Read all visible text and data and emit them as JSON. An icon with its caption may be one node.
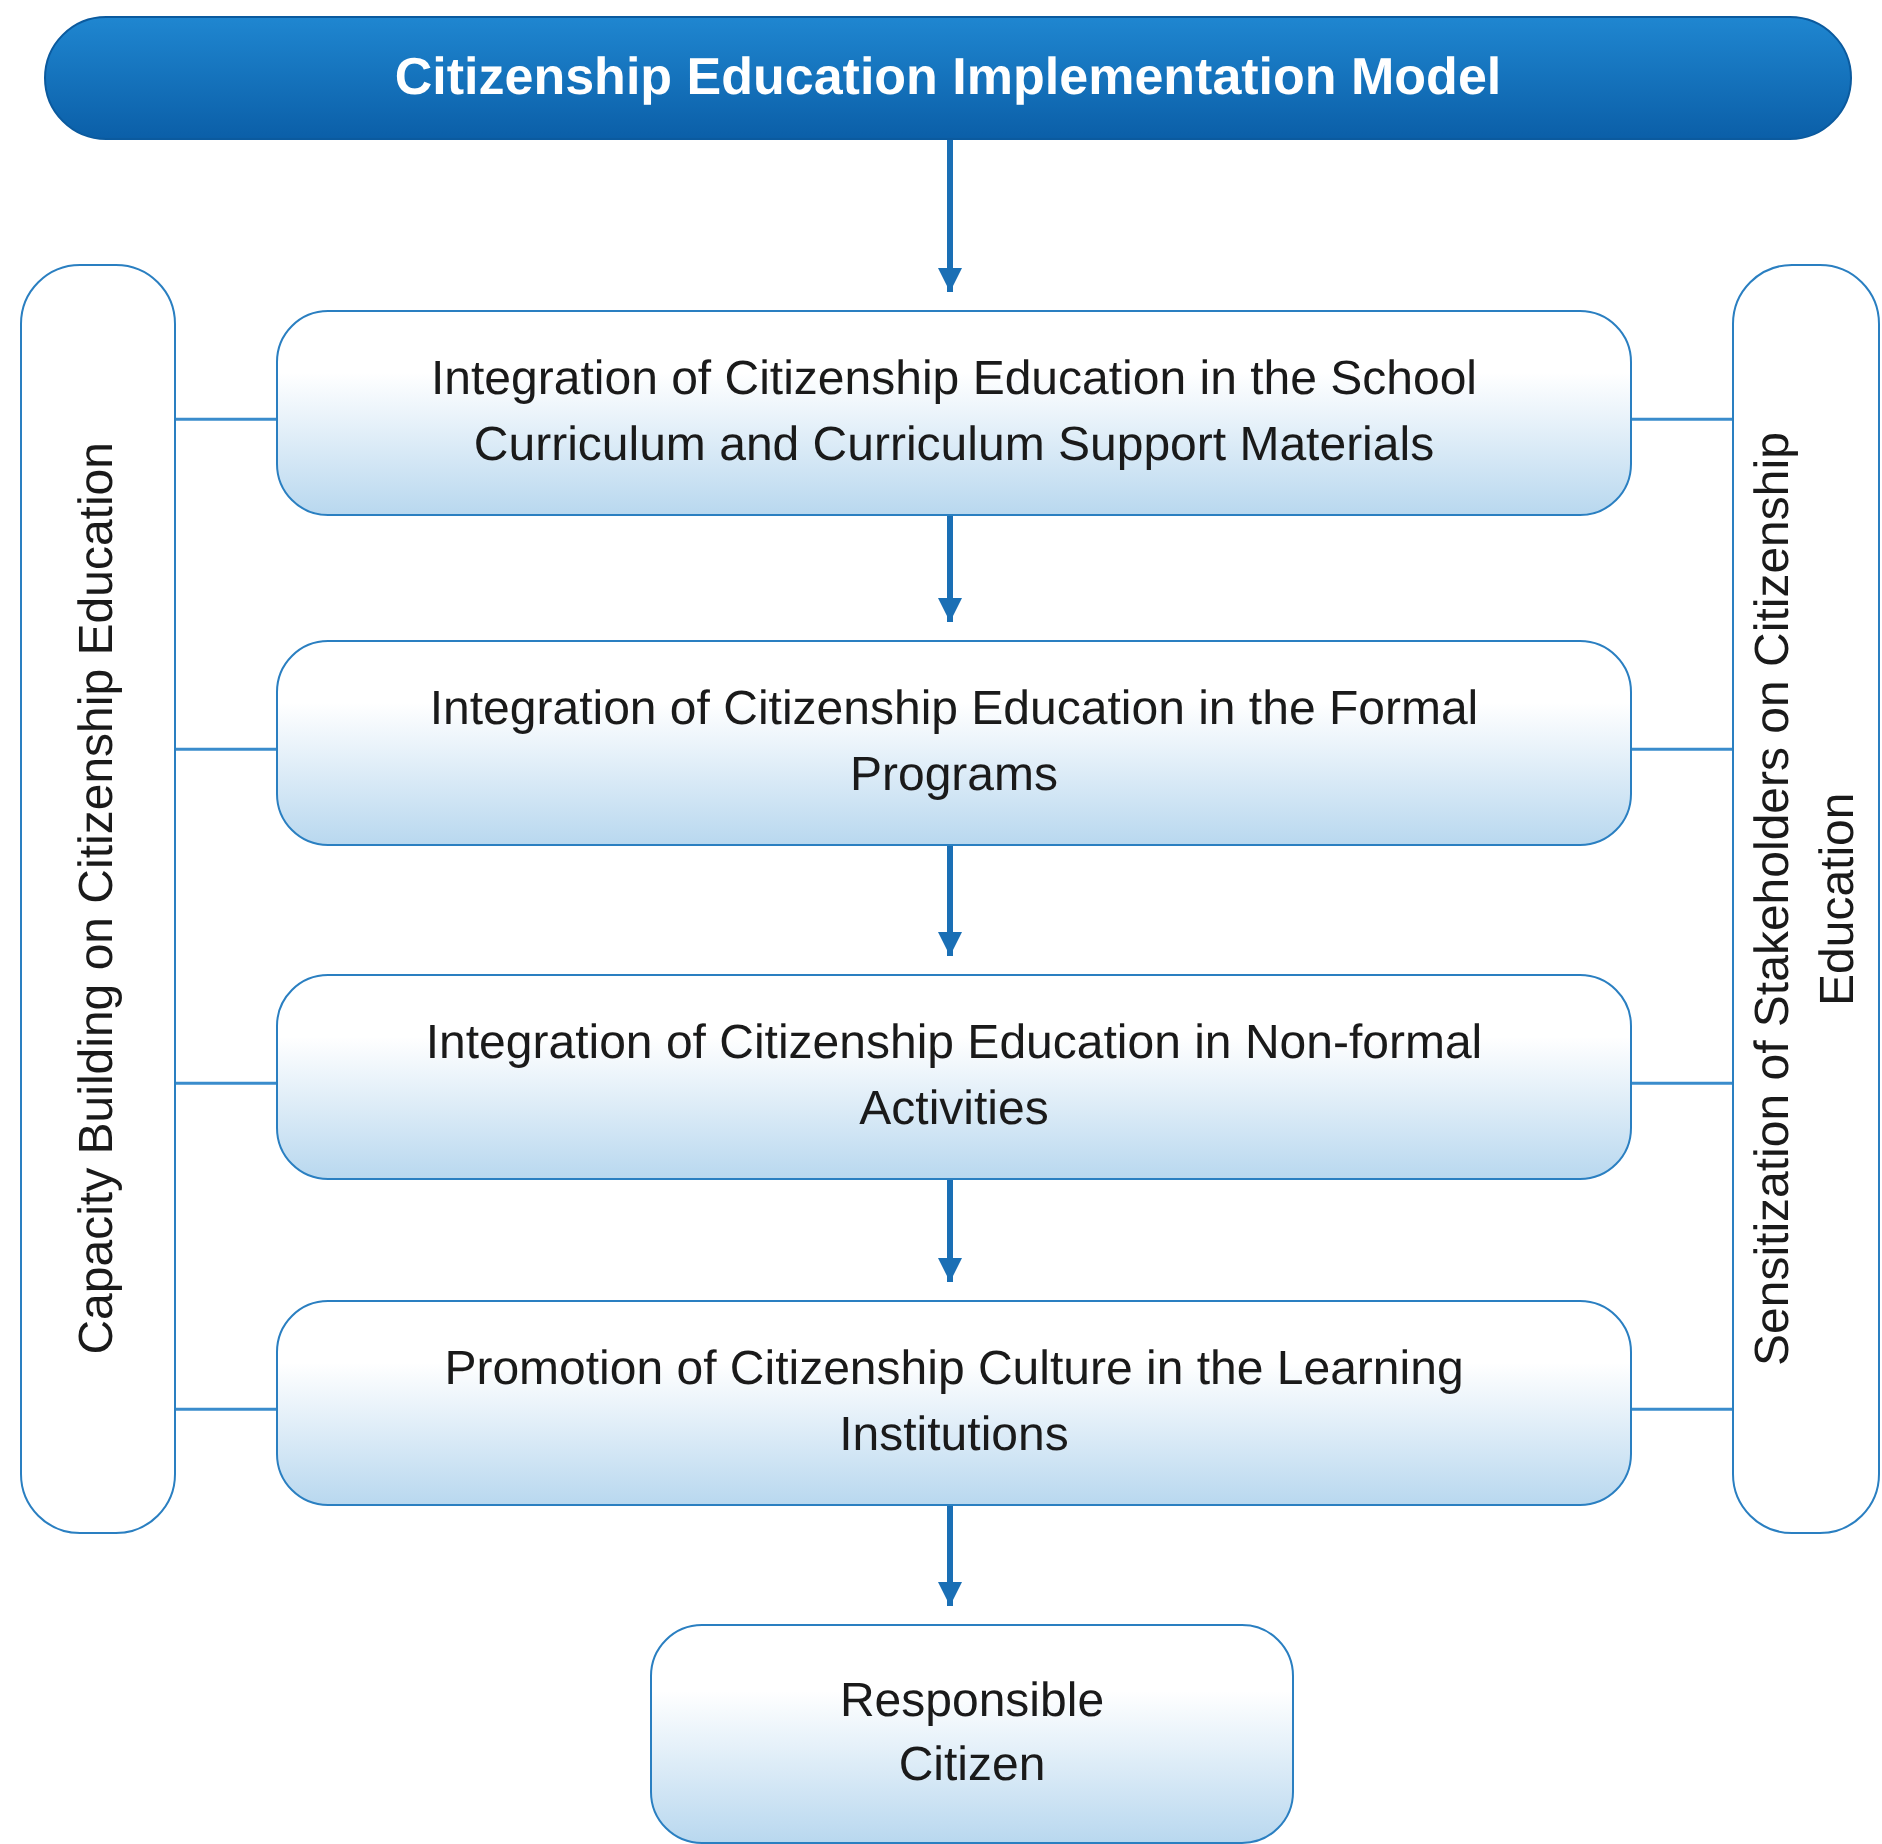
{
  "diagram": {
    "nodes": [
      {
        "text": [
          "Citizenship Education Implementation Model"
        ]
      },
      {
        "text": [
          "Capacity Building on Citizenship Education"
        ]
      },
      {
        "text": [
          "Integration of Citizenship Education in the School Curriculum and Curriculum Support Materials"
        ]
      },
      {
        "text": [
          "Integration of Citizenship Education in the Formal Programs"
        ]
      },
      {
        "text": [
          "Integration of Citizenship Education in Non-formal Activities"
        ]
      },
      {
        "text": [
          "Promotion of Citizenship Culture in the Learning Institutions"
        ]
      },
      {
        "text": [
          "Sensitization of Stakeholders on Citizenship Education"
        ]
      },
      {
        "text": [
          "Responsible Citizen"
        ]
      }
    ],
    "edges": [
      {
        "from": 0,
        "to": 2,
        "arrow": "to",
        "style": "thick"
      },
      {
        "from": 2,
        "to": 3,
        "arrow": "to",
        "style": "thick"
      },
      {
        "from": 3,
        "to": 4,
        "arrow": "to",
        "style": "thick"
      },
      {
        "from": 4,
        "to": 5,
        "arrow": "to",
        "style": "thick"
      },
      {
        "from": 5,
        "to": 7,
        "arrow": "to",
        "style": "thick"
      },
      {
        "from": 1,
        "to": 2,
        "arrow": "none"
      },
      {
        "from": 1,
        "to": 3,
        "arrow": "none"
      },
      {
        "from": 1,
        "to": 4,
        "arrow": "none"
      },
      {
        "from": 1,
        "to": 5,
        "arrow": "none"
      },
      {
        "from": 6,
        "to": 2,
        "arrow": "none"
      },
      {
        "from": 6,
        "to": 3,
        "arrow": "none"
      },
      {
        "from": 6,
        "to": 4,
        "arrow": "none"
      },
      {
        "from": 6,
        "to": 5,
        "arrow": "none"
      }
    ]
  }
}
